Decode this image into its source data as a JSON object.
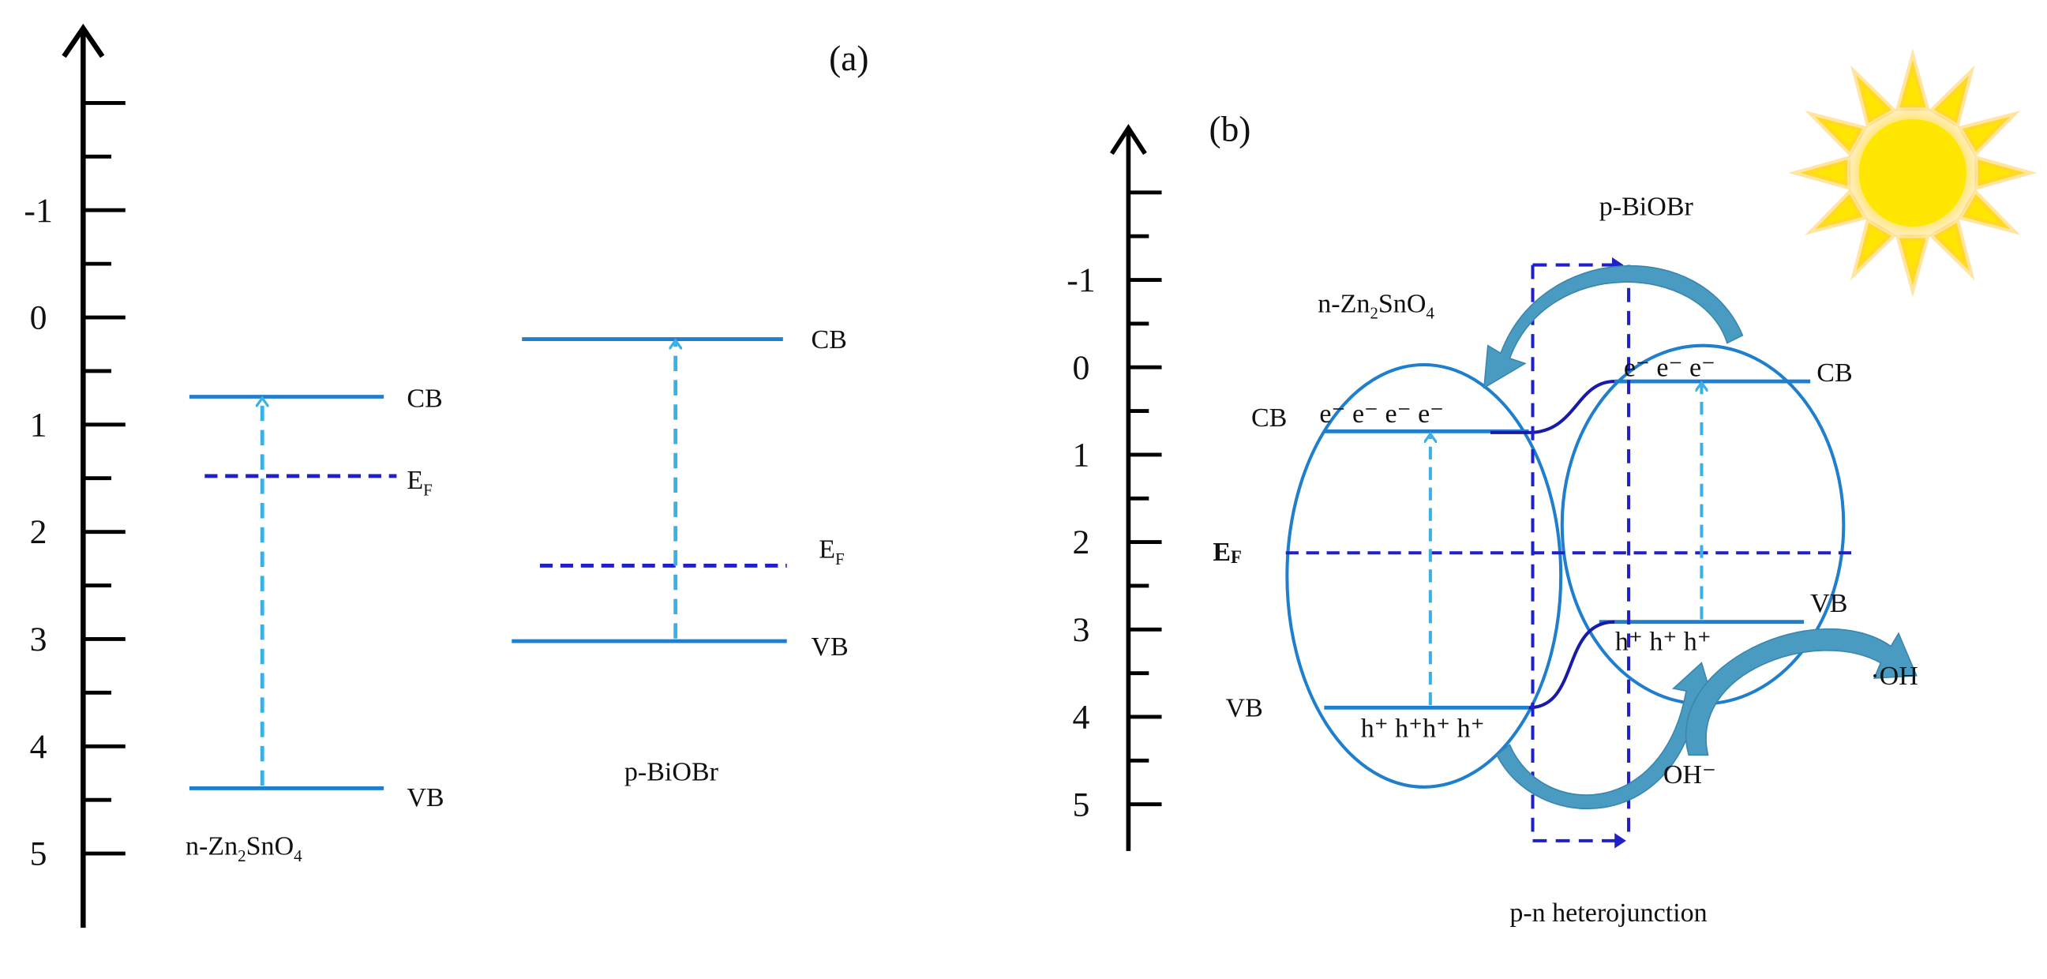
{
  "panel_a": {
    "label": "(a)",
    "axis_ticks": [
      "-1",
      "0",
      "1",
      "2",
      "3",
      "4",
      "5"
    ],
    "materials": [
      {
        "name_main": "n-Zn",
        "name_sub1": "2",
        "name_mid": "SnO",
        "name_sub2": "4",
        "cb": 0.73,
        "vb": 4.35,
        "ef": 1.45
      },
      {
        "name_main": "p-BiOBr",
        "cb": 0.2,
        "vb": 2.97,
        "ef": 2.28
      }
    ],
    "cb_label": "CB",
    "vb_label": "VB",
    "ef_main": "E",
    "ef_sub": "F"
  },
  "panel_b": {
    "label": "(b)",
    "axis_ticks": [
      "-1",
      "0",
      "1",
      "2",
      "3",
      "4",
      "5"
    ],
    "n_name": {
      "main": "n-Zn",
      "sub1": "2",
      "mid": "SnO",
      "sub2": "4"
    },
    "p_name": "p-BiOBr",
    "cb_label": "CB",
    "vb_label": "VB",
    "ef_main": "E",
    "ef_sub": "F",
    "n_electrons": "e⁻ e⁻ e⁻ e⁻",
    "n_holes": "h⁺ h⁺h⁺ h⁺",
    "p_electrons": "e⁻ e⁻ e⁻",
    "p_holes": "h⁺ h⁺ h⁺",
    "oh_radical": "·OH",
    "oh_ion": "OH⁻",
    "junction_label": "p-n heterojunction",
    "levels": {
      "n_cb": 0.73,
      "n_vb": 3.9,
      "p_cb": 0.17,
      "p_vb": 2.93,
      "ef": 2.13
    }
  },
  "colors": {
    "band": "#1f7fcc",
    "fermi": "#2020c8",
    "excitation": "#3ab0e6",
    "transfer_arrow": "#4a9bc2",
    "sun": "#ffe600"
  }
}
